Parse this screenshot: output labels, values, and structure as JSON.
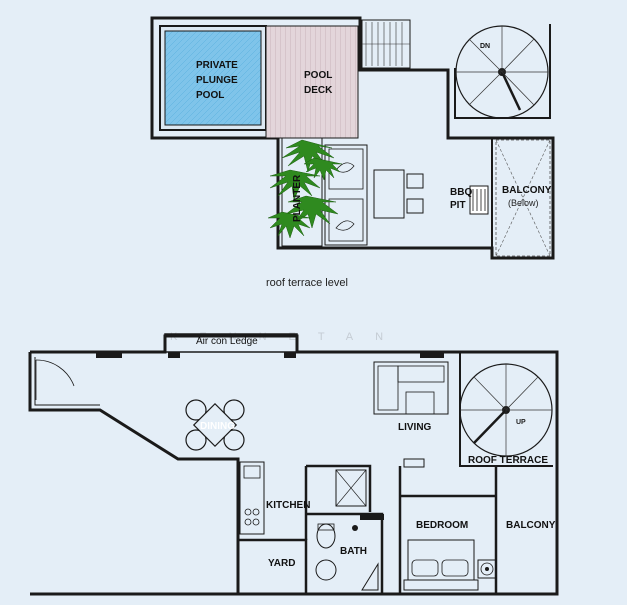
{
  "upper_plan": {
    "caption": "roof terrace level",
    "labels": {
      "pool": [
        "PRIVATE",
        "PLUNGE",
        "POOL"
      ],
      "pool_deck": [
        "POOL",
        "DECK"
      ],
      "planter": "PLANTER",
      "bbq": [
        "BBQ",
        "PIT"
      ],
      "balcony": "BALCONY",
      "balcony_note": "(Below)",
      "stair_dn": "DN"
    }
  },
  "lower_plan": {
    "labels": {
      "aircon_ledge": "Air con Ledge",
      "dining": "DINING",
      "living": "LIVING",
      "roof_terrace": "ROOF TERRACE",
      "kitchen": "KITCHEN",
      "bedroom": "BEDROOM",
      "balcony": "BALCONY",
      "bath": "BATH",
      "yard": "YARD",
      "stair_up": "UP"
    }
  },
  "watermark": "KENNETAN",
  "colors": {
    "background": "#e4eef7",
    "wall": "#1a1a1a",
    "pool_water": "#7fc4ea",
    "pool_deck": "#d9cbd0",
    "planter_green": "#2f8a1f"
  }
}
